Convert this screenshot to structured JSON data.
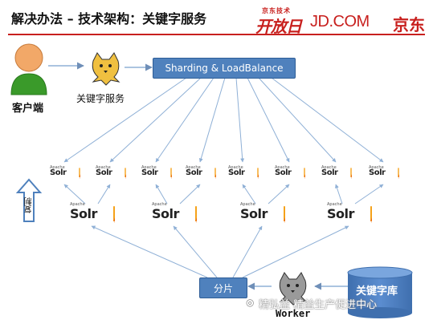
{
  "title": "解决办法 – 技术架构：关键字服务",
  "brand": {
    "cn_small": "京东技术",
    "logo": "开放日",
    "jd": "JD.COM",
    "jd_cn": "京东",
    "accent": "#c8201e"
  },
  "nodes": {
    "client": "客户端",
    "keyword_service": "关键字服务",
    "balancer": "Sharding & LoadBalance",
    "replicate": "复制",
    "shard": "分片",
    "keyword_db": "关键字库",
    "worker": "Worker"
  },
  "solr": {
    "apache": "Apache",
    "word": "Solr",
    "small_count": 8,
    "big_count": 4
  },
  "watermark": "精弘益 精益生产促进中心",
  "colors": {
    "box": "#4f81bd",
    "arrow": "#8fb0d6",
    "person": "#3a9a2a"
  }
}
